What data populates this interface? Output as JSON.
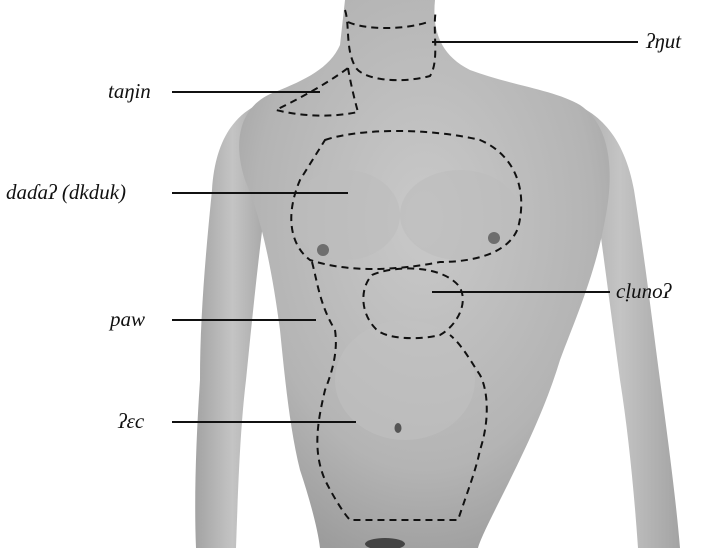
{
  "labels": {
    "neck": "ʔŋut",
    "shoulder": "taŋin",
    "chest": "daɗaʔ (dkduk)",
    "upper_abdomen": "cḷunoʔ",
    "side": "paw",
    "belly": "ʔɛc"
  },
  "colors": {
    "background": "#ffffff",
    "skin": "#bdbdbd",
    "ink": "#111111"
  }
}
